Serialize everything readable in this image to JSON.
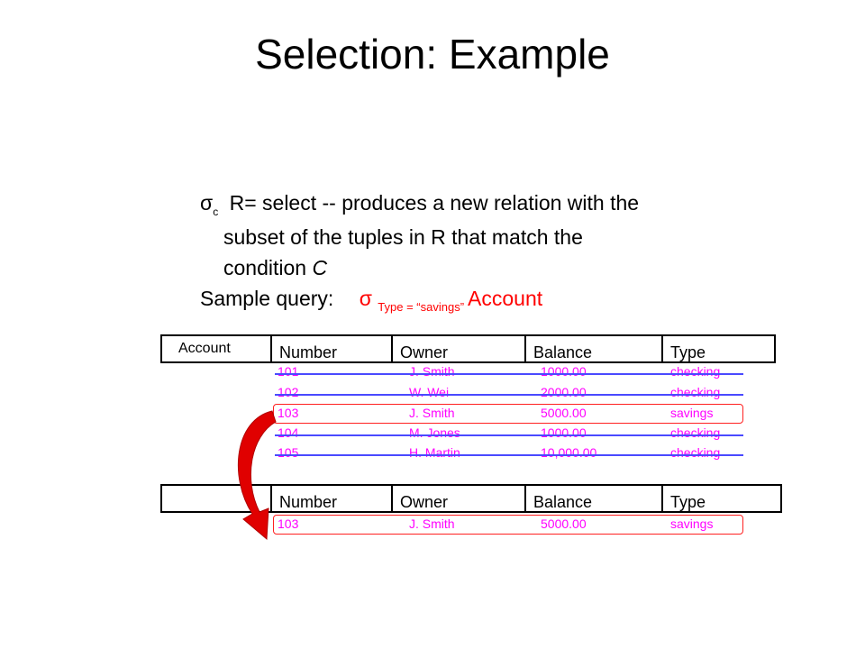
{
  "slide": {
    "title": "Selection: Example",
    "definition": {
      "symbol": "σ",
      "subscript": "c",
      "line1": " R= select -- produces a new relation with the",
      "line2": "subset of the tuples in R that match the",
      "line3_text": "condition ",
      "line3_italic": "C"
    },
    "query": {
      "label": "Sample query:",
      "sigma": "σ",
      "condition": "Type = “savings”",
      "relation": "Account"
    }
  },
  "account_table": {
    "name": "Account",
    "columns": [
      "Number",
      "Owner",
      "Balance",
      "Type"
    ],
    "rows": [
      {
        "number": "101",
        "owner": "J. Smith",
        "balance": "1000.00",
        "type": "checking"
      },
      {
        "number": "102",
        "owner": "W. Wei",
        "balance": "2000.00",
        "type": "checking"
      },
      {
        "number": "103",
        "owner": "J. Smith",
        "balance": "5000.00",
        "type": "savings"
      },
      {
        "number": "104",
        "owner": "M. Jones",
        "balance": "1000.00",
        "type": "checking"
      },
      {
        "number": "105",
        "owner": "H. Martin",
        "balance": "10,000.00",
        "type": "checking"
      }
    ]
  },
  "result_table": {
    "columns": [
      "Number",
      "Owner",
      "Balance",
      "Type"
    ],
    "rows": [
      {
        "number": "103",
        "owner": "J. Smith",
        "balance": "5000.00",
        "type": "savings"
      }
    ]
  },
  "colors": {
    "row_text": "#ff00ff",
    "strike_line": "#4a4aff",
    "highlight": "#ff2020",
    "arrow": "#e00000"
  }
}
